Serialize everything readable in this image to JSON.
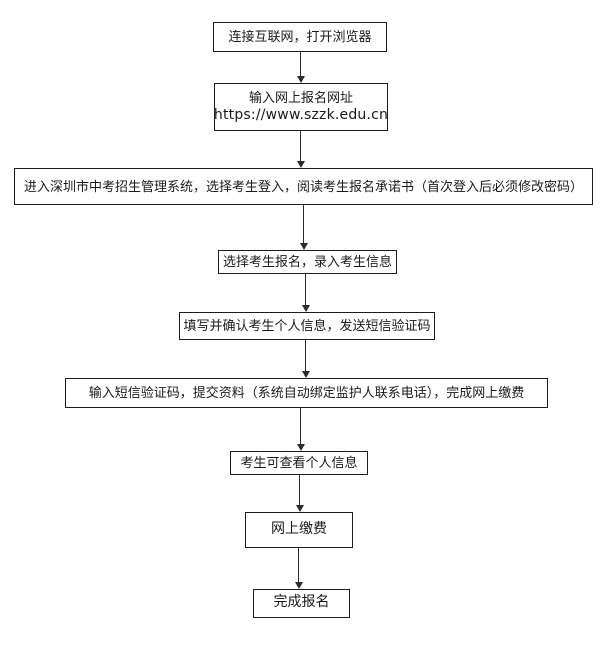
{
  "diagram": {
    "type": "flowchart",
    "background_color": "#ffffff",
    "border_color": "#1c1c1c",
    "text_color": "#1a1a1a",
    "arrow_color": "#2b2b2b",
    "nodes": [
      {
        "id": "connect-internet",
        "text": "连接互联网，打开浏览器"
      },
      {
        "id": "enter-registration-url",
        "text": "输入网上报名网址",
        "url": "https://www.szzk.edu.cn"
      },
      {
        "id": "login-read-commitment",
        "text": "进入深圳市中考招生管理系统，选择考生登入，阅读考生报名承诺书（首次登入后必须修改密码）"
      },
      {
        "id": "select-registration-enter-info",
        "text": "选择考生报名，录入考生信息"
      },
      {
        "id": "confirm-info-send-sms",
        "text": "填写并确认考生个人信息，发送短信验证码"
      },
      {
        "id": "enter-sms-submit-pay",
        "text": "输入短信验证码，提交资料（系统自动绑定监护人联系电话），完成网上缴费"
      },
      {
        "id": "view-personal-info",
        "text": "考生可查看个人信息"
      },
      {
        "id": "online-payment",
        "text": "网上缴费"
      },
      {
        "id": "complete-registration",
        "text": "完成报名"
      }
    ],
    "connections": [
      {
        "from": "connect-internet",
        "to": "enter-registration-url"
      },
      {
        "from": "enter-registration-url",
        "to": "login-read-commitment"
      },
      {
        "from": "login-read-commitment",
        "to": "select-registration-enter-info"
      },
      {
        "from": "select-registration-enter-info",
        "to": "confirm-info-send-sms"
      },
      {
        "from": "confirm-info-send-sms",
        "to": "enter-sms-submit-pay"
      },
      {
        "from": "enter-sms-submit-pay",
        "to": "view-personal-info"
      },
      {
        "from": "view-personal-info",
        "to": "online-payment"
      },
      {
        "from": "online-payment",
        "to": "complete-registration"
      }
    ]
  }
}
